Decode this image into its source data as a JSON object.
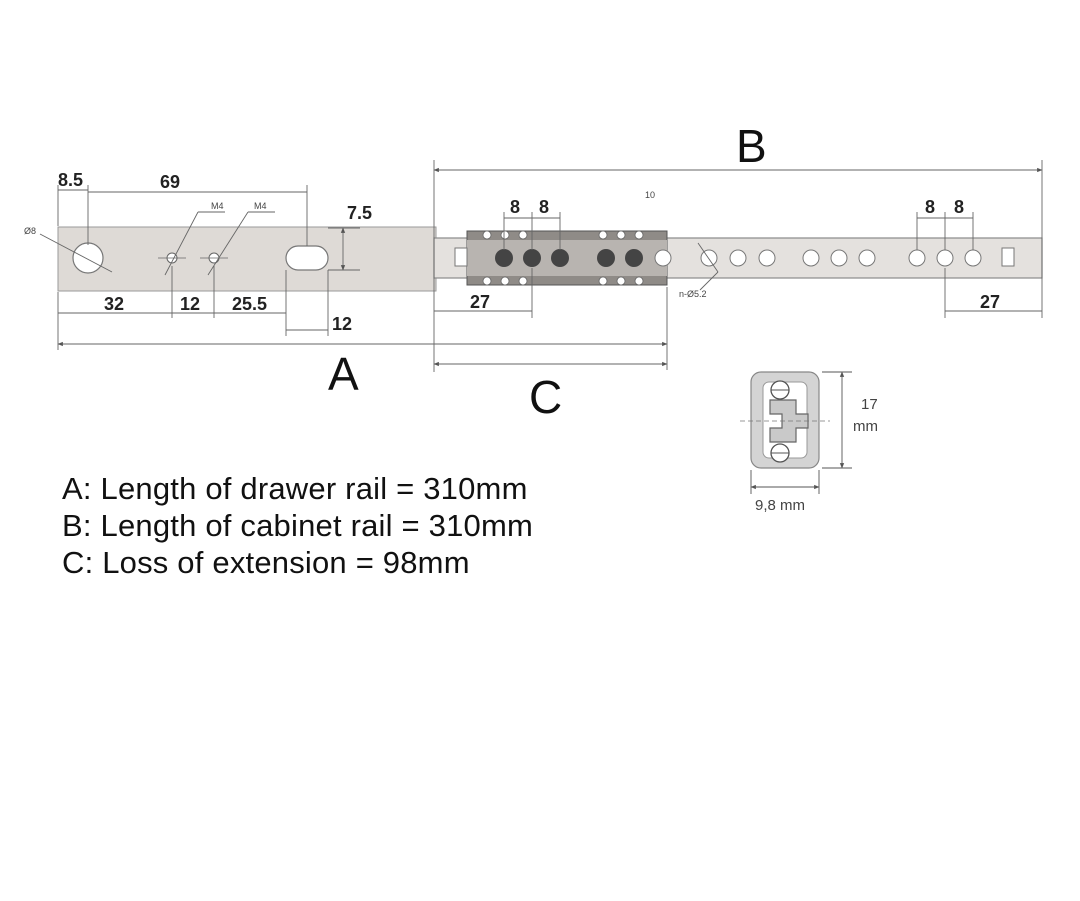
{
  "labels": {
    "A": "A",
    "B": "B",
    "C": "C"
  },
  "dimensions": {
    "d8_5": "8.5",
    "d69": "69",
    "d7_5": "7.5",
    "d32": "32",
    "d12a": "12",
    "d25_5": "25.5",
    "d12b": "12",
    "d27a": "27",
    "d27b": "27",
    "d8a": "8",
    "d8b": "8",
    "d8c": "8",
    "d8d": "8"
  },
  "callouts": {
    "phi8": "Ø8",
    "m4a": "M4",
    "m4b": "M4",
    "ten": "10",
    "hole": "n-Ø5.2"
  },
  "profile": {
    "height_value": "17",
    "height_unit": "mm",
    "width": "9,8 mm"
  },
  "legend": [
    "A: Length of drawer rail = 310mm",
    "B: Length of cabinet rail = 310mm",
    "C: Loss of extension = 98mm"
  ],
  "colors": {
    "rail": "#dedad6",
    "rail_edge": "#8a8a8a",
    "ball": "#444444",
    "line": "#555555"
  }
}
